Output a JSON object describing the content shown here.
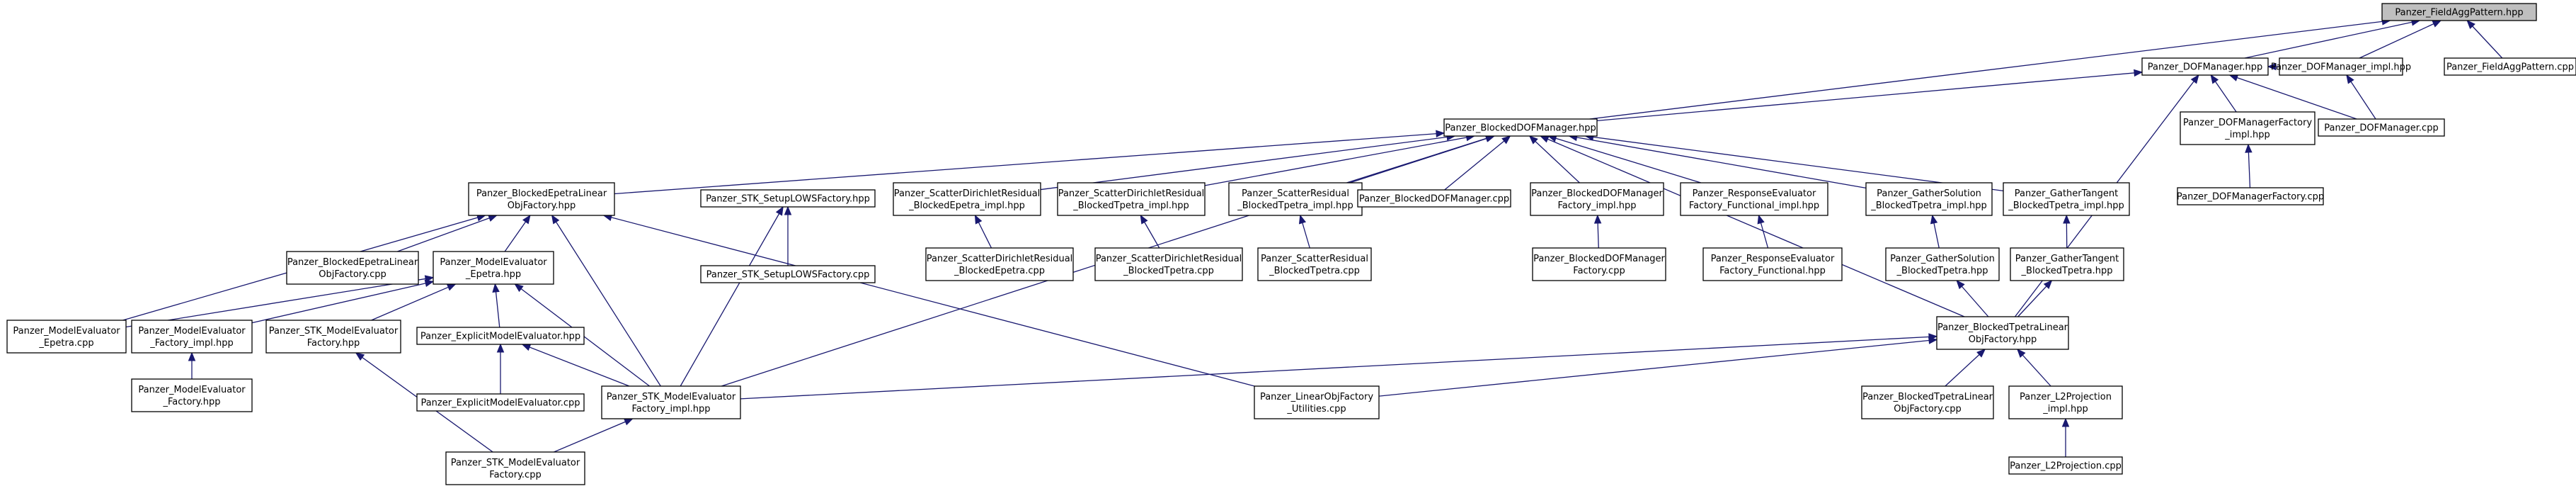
{
  "graph": {
    "title": "",
    "nodes": {
      "root": [
        "Panzer_FieldAggPattern.hpp"
      ],
      "dofm_hpp": [
        "Panzer_DOFManager.hpp"
      ],
      "dofm_impl": [
        "Panzer_DOFManager_impl.hpp"
      ],
      "fap_cpp": [
        "Panzer_FieldAggPattern.cpp"
      ],
      "bdofm_hpp": [
        "Panzer_BlockedDOFManager.hpp"
      ],
      "dofmf_impl": [
        "Panzer_DOFManagerFactory",
        "_impl.hpp"
      ],
      "dofm_cpp": [
        "Panzer_DOFManager.cpp"
      ],
      "dofmf_cpp": [
        "Panzer_DOFManagerFactory.cpp"
      ],
      "bel_hpp": [
        "Panzer_BlockedEpetraLinear",
        "ObjFactory.hpp"
      ],
      "stk_lows_hpp": [
        "Panzer_STK_SetupLOWSFactory.hpp"
      ],
      "sdr_be_impl": [
        "Panzer_ScatterDirichletResidual",
        "_BlockedEpetra_impl.hpp"
      ],
      "sdr_bt_impl": [
        "Panzer_ScatterDirichletResidual",
        "_BlockedTpetra_impl.hpp"
      ],
      "sr_bt_impl": [
        "Panzer_ScatterResidual",
        "_BlockedTpetra_impl.hpp"
      ],
      "bdofm_cpp": [
        "Panzer_BlockedDOFManager.cpp"
      ],
      "bdofmf_impl": [
        "Panzer_BlockedDOFManager",
        "Factory_impl.hpp"
      ],
      "ref_impl": [
        "Panzer_ResponseEvaluator",
        "Factory_Functional_impl.hpp"
      ],
      "gs_bt_impl": [
        "Panzer_GatherSolution",
        "_BlockedTpetra_impl.hpp"
      ],
      "gt_bt_impl": [
        "Panzer_GatherTangent",
        "_BlockedTpetra_impl.hpp"
      ],
      "bel_cpp": [
        "Panzer_BlockedEpetraLinear",
        "ObjFactory.cpp"
      ],
      "me_epetra_hpp": [
        "Panzer_ModelEvaluator",
        "_Epetra.hpp"
      ],
      "stk_lows_cpp": [
        "Panzer_STK_SetupLOWSFactory.cpp"
      ],
      "sdr_be_cpp": [
        "Panzer_ScatterDirichletResidual",
        "_BlockedEpetra.cpp"
      ],
      "sdr_bt_cpp": [
        "Panzer_ScatterDirichletResidual",
        "_BlockedTpetra.cpp"
      ],
      "sr_bt_cpp": [
        "Panzer_ScatterResidual",
        "_BlockedTpetra.cpp"
      ],
      "bdofmf_cpp": [
        "Panzer_BlockedDOFManager",
        "Factory.cpp"
      ],
      "ref_hpp": [
        "Panzer_ResponseEvaluator",
        "Factory_Functional.hpp"
      ],
      "gs_bt_hpp": [
        "Panzer_GatherSolution",
        "_BlockedTpetra.hpp"
      ],
      "gt_bt_hpp": [
        "Panzer_GatherTangent",
        "_BlockedTpetra.hpp"
      ],
      "me_epetra_cpp": [
        "Panzer_ModelEvaluator",
        "_Epetra.cpp"
      ],
      "me_factory_impl": [
        "Panzer_ModelEvaluator",
        "_Factory_impl.hpp"
      ],
      "stk_mef_hpp": [
        "Panzer_STK_ModelEvaluator",
        "Factory.hpp"
      ],
      "eme_hpp": [
        "Panzer_ExplicitModelEvaluator.hpp"
      ],
      "btl_hpp": [
        "Panzer_BlockedTpetraLinear",
        "ObjFactory.hpp"
      ],
      "me_factory_hpp": [
        "Panzer_ModelEvaluator",
        "_Factory.hpp"
      ],
      "eme_cpp": [
        "Panzer_ExplicitModelEvaluator.cpp"
      ],
      "stk_mef_impl": [
        "Panzer_STK_ModelEvaluator",
        "Factory_impl.hpp"
      ],
      "lof_util_cpp": [
        "Panzer_LinearObjFactory",
        "_Utilities.cpp"
      ],
      "btl_cpp": [
        "Panzer_BlockedTpetraLinear",
        "ObjFactory.cpp"
      ],
      "l2p_impl": [
        "Panzer_L2Projection",
        "_impl.hpp"
      ],
      "stk_mef_cpp": [
        "Panzer_STK_ModelEvaluator",
        "Factory.cpp"
      ],
      "l2p_cpp": [
        "Panzer_L2Projection.cpp"
      ]
    }
  }
}
